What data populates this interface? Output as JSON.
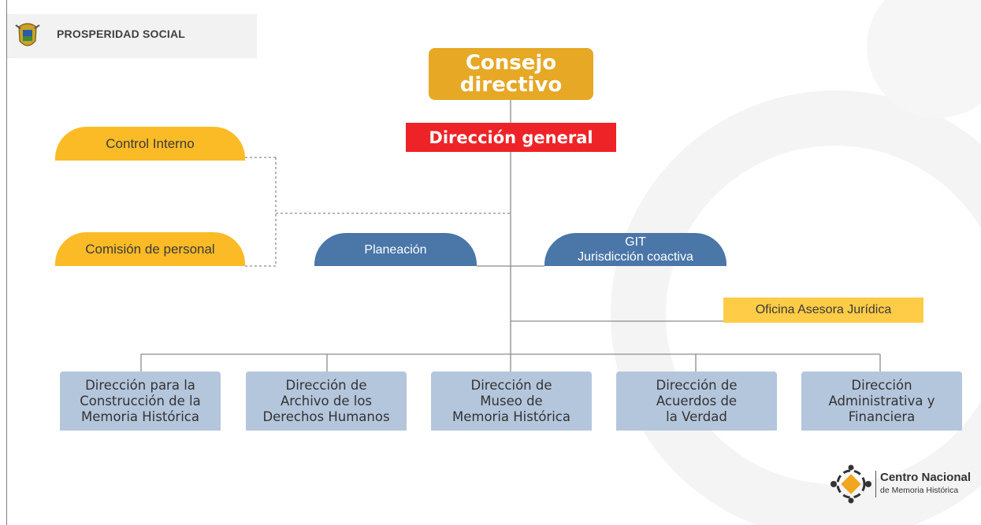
{
  "header": {
    "title": "PROSPERIDAD SOCIAL",
    "seal_icon": "coat-of-arms-icon"
  },
  "org_chart": {
    "top": "Consejo directivo",
    "top_lines": [
      "Consejo",
      "directivo"
    ],
    "general": "Dirección general",
    "side_left": [
      "Control Interno",
      "Comisión de personal"
    ],
    "planeacion": "Planeación",
    "git_lines": [
      "GIT",
      "Jurisdicción coactiva"
    ],
    "oficina": "Oficina Asesora Jurídica",
    "direcciones": [
      {
        "lines": [
          "Dirección para la",
          "Construcción de la",
          "Memoria Histórica"
        ]
      },
      {
        "lines": [
          "Dirección de",
          "Archivo de los",
          "Derechos Humanos"
        ]
      },
      {
        "lines": [
          "Dirección de",
          "Museo de",
          "Memoria Histórica"
        ]
      },
      {
        "lines": [
          "Dirección de",
          "Acuerdos de",
          "la Verdad"
        ]
      },
      {
        "lines": [
          "Dirección",
          "Administrativa y",
          "Financiera"
        ]
      }
    ]
  },
  "footer_logo": {
    "line1": "Centro Nacional",
    "line2": "de Memoria Histórica",
    "icon": "cnmh-logo-icon"
  },
  "colors": {
    "consejo": "#e6a825",
    "general": "#ee2327",
    "side_pill": "#fbbb26",
    "blue_pill": "#4a76a8",
    "oficina": "#fecc47",
    "direccion": "#b4c6dc"
  }
}
